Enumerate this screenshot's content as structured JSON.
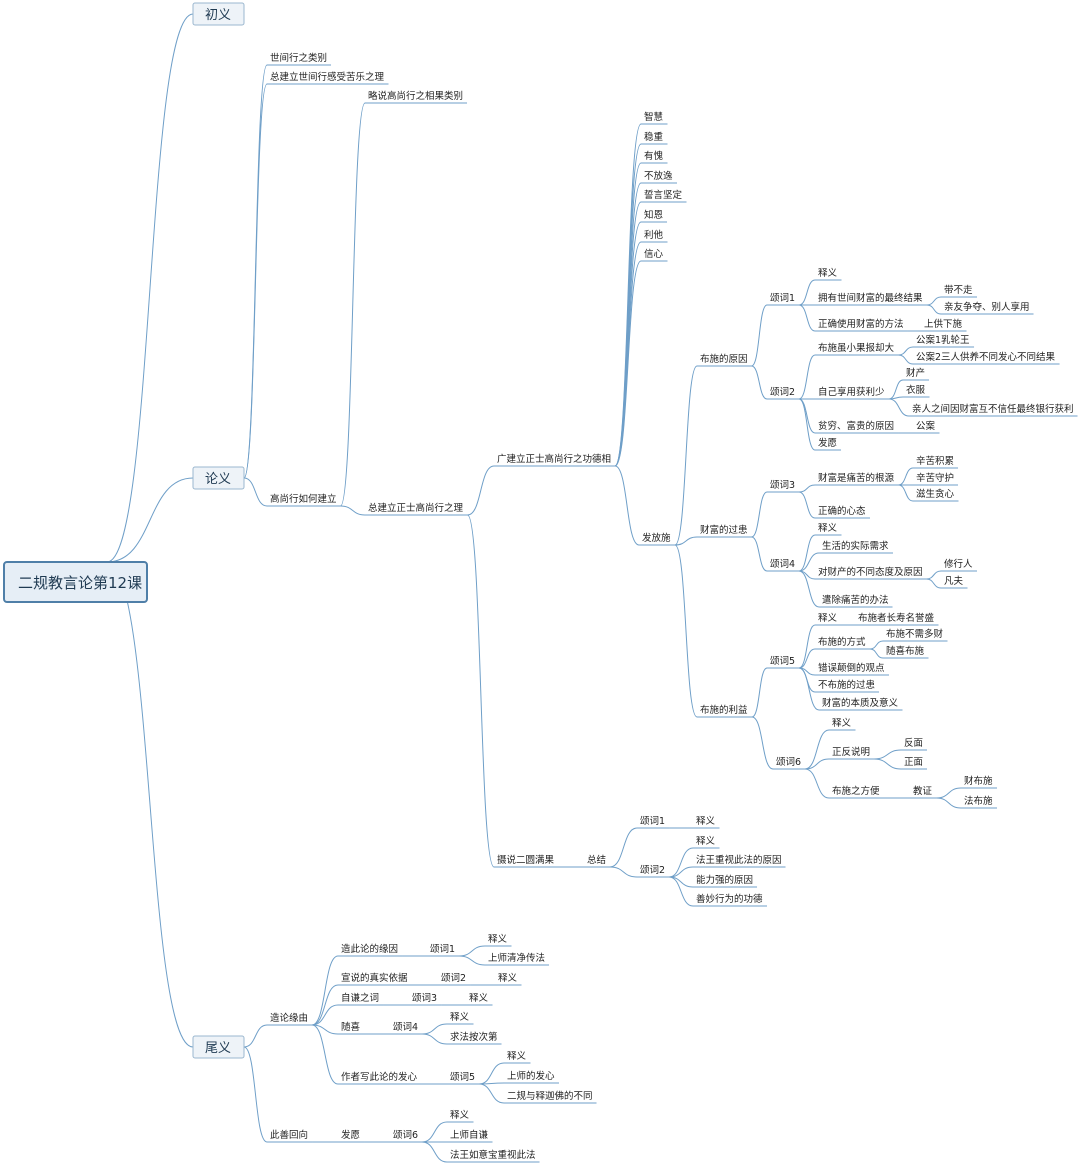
{
  "root": {
    "label": "二规教言论第12课"
  },
  "sections": {
    "chuyi": {
      "label": "初义"
    },
    "lunyi": {
      "label": "论义"
    },
    "weiyi": {
      "label": "尾义"
    }
  },
  "lunyi_branch": {
    "a": "世间行之类别",
    "b": "总建立世间行感受苦乐之理",
    "c": "高尚行如何建立",
    "c1": "略说高尚行之相果类别",
    "c2": "总建立正士高尚行之理",
    "c2a": "广建立正士高尚行之功德相",
    "virtues": [
      "智慧",
      "稳重",
      "有愧",
      "不放逸",
      "誓言坚定",
      "知恩",
      "利他",
      "信心"
    ],
    "fashi": "发放施",
    "yuanyin": "布施的原因",
    "guohuan": "财富的过患",
    "liyi": "布施的利益",
    "s1": {
      "label": "颂词1",
      "shiyi": "释义",
      "zuizhong": "拥有世间财富的最终结果",
      "z1": "带不走",
      "z2": "亲友争夺、别人享用",
      "fangfa": "正确使用财富的方法",
      "gongshang": "上供下施"
    },
    "s2": {
      "label": "颂词2",
      "buhsi": "布施虽小果报却大",
      "ga1": "公案1乳轮王",
      "ga2": "公案2三人供养不同发心不同结果",
      "ziji": "自己享用获利少",
      "cc": "财产",
      "yf": "衣服",
      "qr": "亲人之间因财富互不信任最终银行获利",
      "pinqiong": "贫穷、富贵的原因",
      "gongan": "公案",
      "fayuan": "发愿"
    },
    "s3": {
      "label": "颂词3",
      "genyuan": "财富是痛苦的根源",
      "x1": "辛苦积累",
      "x2": "辛苦守护",
      "x3": "滋生贪心",
      "xintai": "正确的心态"
    },
    "s4": {
      "label": "颂词4",
      "shiyi": "释义",
      "xuqiu": "生活的实际需求",
      "taidu": "对财产的不同态度及原因",
      "xiuxing": "修行人",
      "fanfu": "凡夫",
      "banfa": "遣除痛苦的办法"
    },
    "s5": {
      "label": "颂词5",
      "shiyi": "释义",
      "changshou": "布施者长寿名誉盛",
      "fangshi": "布施的方式",
      "buxu": "布施不需多财",
      "suixi": "随喜布施",
      "cuowu": "错误颠倒的观点",
      "bububi": "不布施的过患",
      "benzhi": "财富的本质及意义"
    },
    "s6": {
      "label": "颂词6",
      "shiyi": "释义",
      "zhengfan": "正反说明",
      "fanmian": "反面",
      "zhengmian": "正面",
      "zhibian": "布施之方便",
      "jiaozheng": "教证",
      "caibushi": "财布施",
      "fabushi": "法布施"
    },
    "c2b": "摄说二圆满果",
    "zongjie": "总结",
    "z1": {
      "label": "颂词1",
      "shiyi": "释义"
    },
    "z2": {
      "label": "颂词2",
      "shiyi": "释义",
      "fw": "法王重视此法的原因",
      "nl": "能力强的原因",
      "sm": "善妙行为的功德"
    }
  },
  "weiyi_branch": {
    "zaolun": "造论缘由",
    "yuanyin": "造此论的缘因",
    "sc1": "颂词1",
    "sy1": "释义",
    "qingjing": "上师清净传法",
    "zhenshi": "宣说的真实依据",
    "sc2": "颂词2",
    "sy2": "释义",
    "ziqian": "自谦之词",
    "sc3": "颂词3",
    "sy3": "释义",
    "suixi": "随喜",
    "sc4": "颂词4",
    "sy4": "释义",
    "cidi": "求法按次第",
    "faxin": "作者写此论的发心",
    "sc5": "颂词5",
    "sy5": "释义",
    "shangshi": "上师的发心",
    "butong": "二规与释迦佛的不同",
    "huixiang": "此善回向",
    "fayuan": "发愿",
    "sc6": "颂词6",
    "sy6": "释义",
    "ziqian2": "上师自谦",
    "zhongshi": "法王如意宝重视此法"
  }
}
